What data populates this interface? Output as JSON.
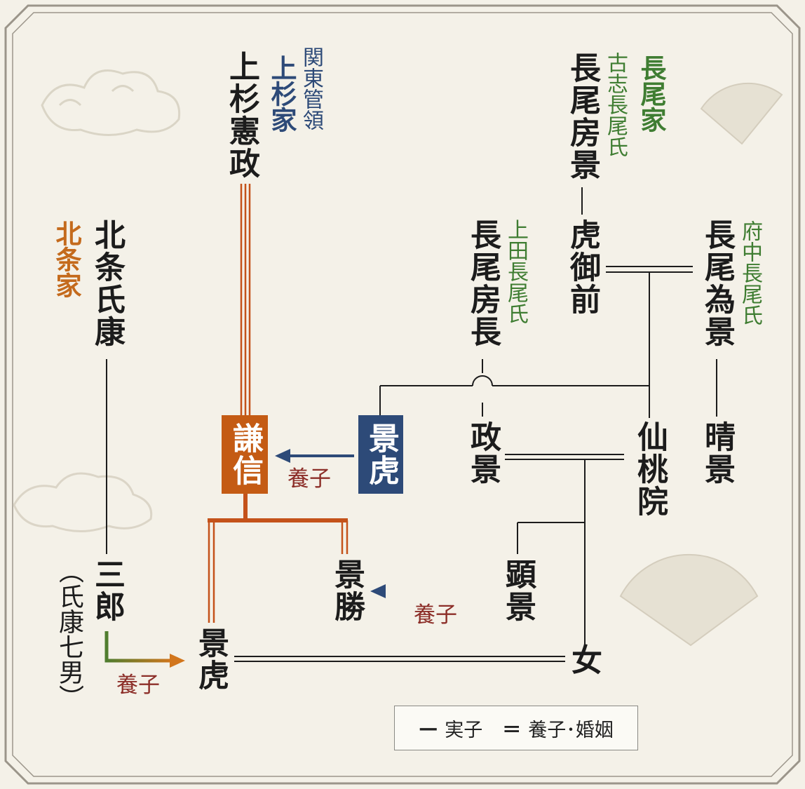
{
  "colors": {
    "background": "#f4f1e8",
    "uesugi": "#2d4a78",
    "nagao": "#3f7d32",
    "hojo": "#c46a1c",
    "kenshin_box": "#c45b14",
    "kagetora_box": "#2d4a78",
    "adoption_label": "#8c2e28",
    "line": "#1c1c1c"
  },
  "houses": {
    "uesugi_title": "関東管領",
    "uesugi_house": "上杉家",
    "nagao_house": "長尾家",
    "koshi_nagao": "古志長尾氏",
    "ueda_nagao": "上田長尾氏",
    "fuchu_nagao": "府中長尾氏",
    "hojo_house": "北条家"
  },
  "people": {
    "uesugi_norimasa": "上杉憲政",
    "nagao_fusakage": "長尾房景",
    "toragozen": "虎御前",
    "nagao_tamekage": "長尾為景",
    "nagao_fusanaga": "長尾房長",
    "hojo_ujiyasu": "北条氏康",
    "kenshin": "謙信",
    "kagetora_nagao": "景虎",
    "masakage": "政景",
    "sentoin": "仙桃院",
    "harukage": "晴景",
    "akikage": "顕景",
    "kagekatsu": "景勝",
    "saburo": "三郎",
    "saburo_note": "（氏康七男）",
    "kagetora_hojo": "景虎",
    "onna": "女"
  },
  "labels": {
    "adoption": "養子"
  },
  "legend": {
    "real_symbol": "—",
    "real_label": "実子",
    "adopt_symbol": "＝",
    "adopt_label": "養子･婚姻"
  }
}
